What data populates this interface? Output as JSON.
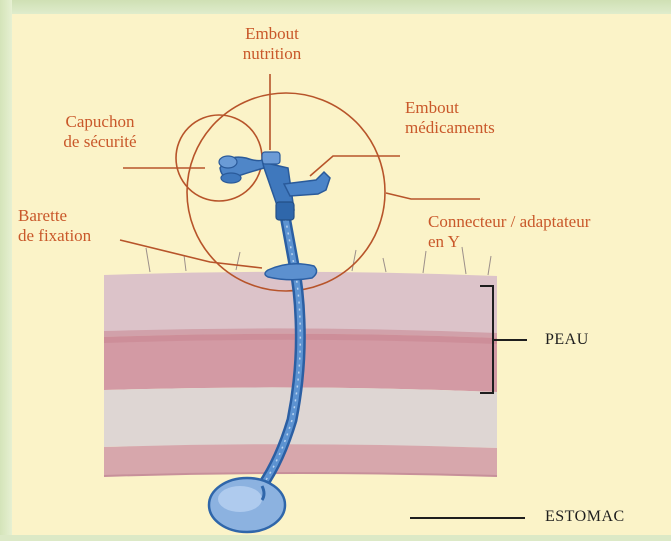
{
  "labels": {
    "embout_nutrition": [
      "Embout",
      "nutrition"
    ],
    "embout_medicaments": [
      "Embout",
      "médicaments"
    ],
    "capuchon": [
      "Capuchon",
      "de sécurité"
    ],
    "barette": [
      "Barette",
      "de fixation"
    ],
    "connecteur": [
      "Connecteur / adaptateur",
      "en Y"
    ],
    "peau": "PEAU",
    "estomac": "ESTOMAC"
  },
  "colors": {
    "background": "#fbf3c8",
    "frame": "#d4e4b9",
    "label_text": "#c9582a",
    "leader_line": "#b7542a",
    "dark_text": "#1e1e1e",
    "skin_light": "#dcc3c9",
    "skin_dark": "#d39aa4",
    "stomach_wall": "#ded6d3",
    "tube": "#3f78bd",
    "balloon": "#8cb2e0"
  },
  "icons": {
    "tube": "gastrostomy-tube-icon",
    "balloon": "gastric-balloon-icon",
    "y_connector": "y-connector-icon"
  }
}
